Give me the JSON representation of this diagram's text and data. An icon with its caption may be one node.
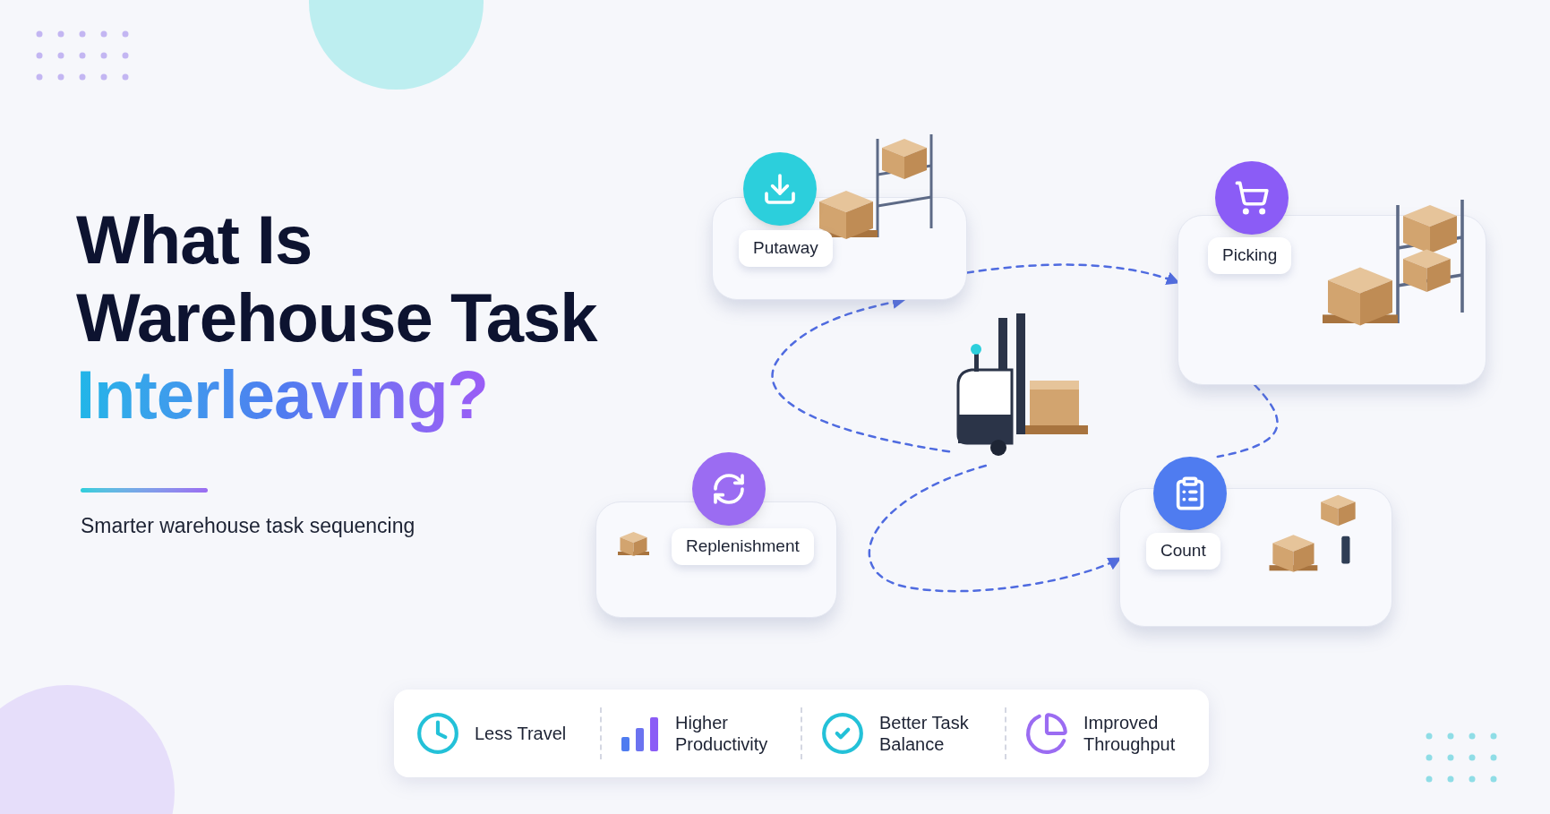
{
  "diagram": {
    "title": "What Is Warehouse Task Interleaving?",
    "nodes": [
      {
        "text": [
          "Putaway"
        ]
      },
      {
        "text": [
          "Picking"
        ]
      },
      {
        "text": [],
        "shape": "picture"
      },
      {
        "text": [
          "Replenishment"
        ]
      },
      {
        "text": [
          "Count"
        ]
      }
    ],
    "edges": [
      {
        "from": 2,
        "to": 0,
        "arrow": "to",
        "style": "dashed"
      },
      {
        "from": 0,
        "to": 1,
        "arrow": "to",
        "style": "dashed"
      },
      {
        "from": 1,
        "to": 4,
        "arrow": "none",
        "style": "dashed"
      },
      {
        "from": 2,
        "to": 4,
        "arrow": "to",
        "style": "dashed"
      }
    ],
    "labels": [
      "Smarter warehouse task sequencing",
      "Less Travel",
      "Higher Productivity",
      "Better Task Balance",
      "Improved Throughput"
    ]
  }
}
